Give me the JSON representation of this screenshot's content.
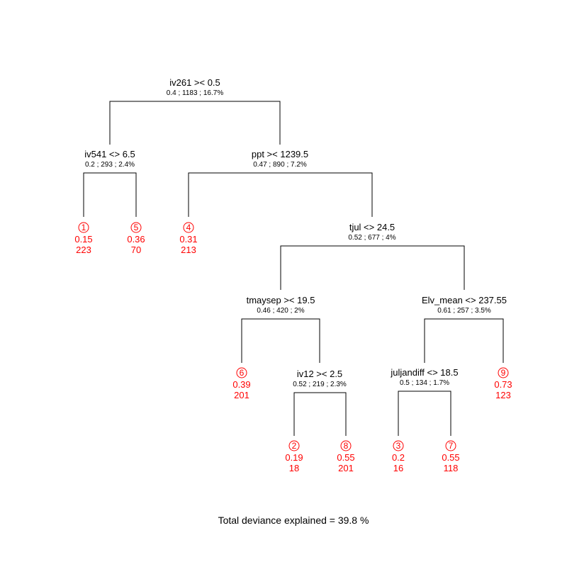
{
  "colors": {
    "leaf": "#ff0000",
    "text": "#000000",
    "line": "#000000"
  },
  "nodes": [
    {
      "id": "n0",
      "split": "iv261 >< 0.5",
      "stats": "0.4 ; 1183 ; 16.7%"
    },
    {
      "id": "n1",
      "split": "iv541 <> 6.5",
      "stats": "0.2 ; 293 ; 2.4%"
    },
    {
      "id": "n2",
      "split": "ppt >< 1239.5",
      "stats": "0.47 ; 890 ; 7.2%"
    },
    {
      "id": "n3",
      "split": "tjul <> 24.5",
      "stats": "0.52 ; 677 ; 4%"
    },
    {
      "id": "n4",
      "split": "tmaysep >< 19.5",
      "stats": "0.46 ; 420 ; 2%"
    },
    {
      "id": "n5",
      "split": "Elv_mean <> 237.55",
      "stats": "0.61 ; 257 ; 3.5%"
    },
    {
      "id": "n6",
      "split": "iv12 >< 2.5",
      "stats": "0.52 ; 219 ; 2.3%"
    },
    {
      "id": "n7",
      "split": "juljandiff <> 18.5",
      "stats": "0.5 ; 134 ; 1.7%"
    }
  ],
  "leaves": [
    {
      "id": "l1",
      "number": "1",
      "value": "0.15",
      "count": "223"
    },
    {
      "id": "l5",
      "number": "5",
      "value": "0.36",
      "count": "70"
    },
    {
      "id": "l4",
      "number": "4",
      "value": "0.31",
      "count": "213"
    },
    {
      "id": "l6",
      "number": "6",
      "value": "0.39",
      "count": "201"
    },
    {
      "id": "l9",
      "number": "9",
      "value": "0.73",
      "count": "123"
    },
    {
      "id": "l2",
      "number": "2",
      "value": "0.19",
      "count": "18"
    },
    {
      "id": "l8",
      "number": "8",
      "value": "0.55",
      "count": "201"
    },
    {
      "id": "l3",
      "number": "3",
      "value": "0.2",
      "count": "16"
    },
    {
      "id": "l7",
      "number": "7",
      "value": "0.55",
      "count": "118"
    }
  ],
  "footer": "Total deviance explained = 39.8 %"
}
